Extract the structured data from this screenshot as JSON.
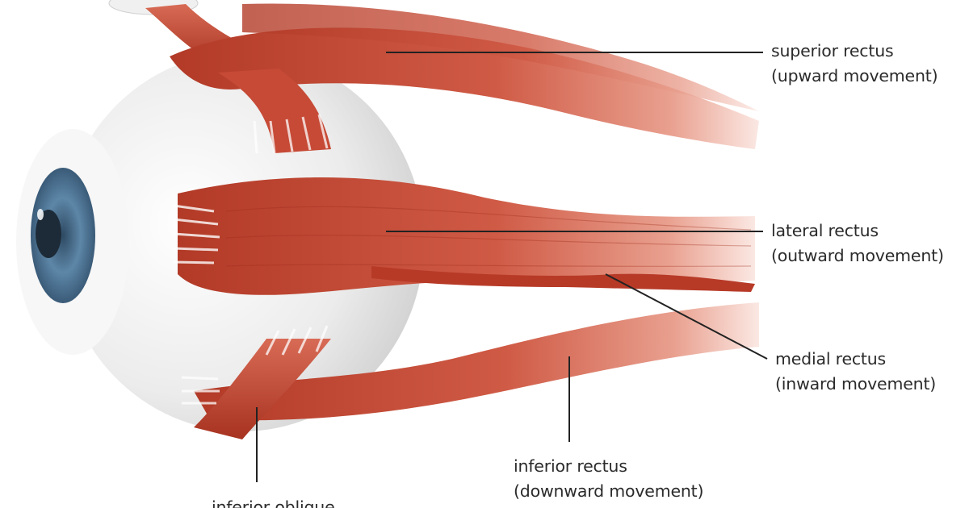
{
  "labels": {
    "superior_rectus": {
      "name": "superior rectus",
      "function": "(upward movement)"
    },
    "lateral_rectus": {
      "name": "lateral rectus",
      "function": "(outward movement)"
    },
    "medial_rectus": {
      "name": "medial rectus",
      "function": "(inward movement)"
    },
    "inferior_rectus": {
      "name": "inferior rectus",
      "function": "(downward movement)"
    },
    "inferior_oblique": {
      "name": "inferior oblique"
    }
  },
  "colors": {
    "muscle": "#c8503d",
    "muscle_dark": "#a9321f",
    "muscle_light": "#e48f7c",
    "sclera": "#eeeeee",
    "iris": "#5a7d9b",
    "pupil": "#1f2f3d",
    "leader": "#222222"
  }
}
